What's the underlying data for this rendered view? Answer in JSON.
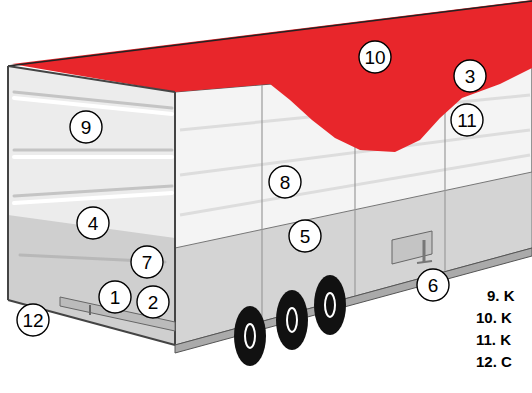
{
  "diagram": {
    "nodes": [
      {
        "text": [
          "3"
        ]
      },
      {
        "text": [
          "10"
        ]
      },
      {
        "text": [
          "11"
        ]
      },
      {
        "text": [
          "9"
        ]
      },
      {
        "text": [
          "8"
        ]
      },
      {
        "text": [
          "4"
        ]
      },
      {
        "text": [
          "5"
        ]
      },
      {
        "text": [
          "7"
        ]
      },
      {
        "text": [
          "6"
        ]
      },
      {
        "text": [
          "1"
        ]
      },
      {
        "text": [
          "2"
        ]
      },
      {
        "text": [
          "12"
        ]
      }
    ],
    "labels": [
      "9. K",
      "10. K",
      "11. K",
      "12. C"
    ]
  }
}
